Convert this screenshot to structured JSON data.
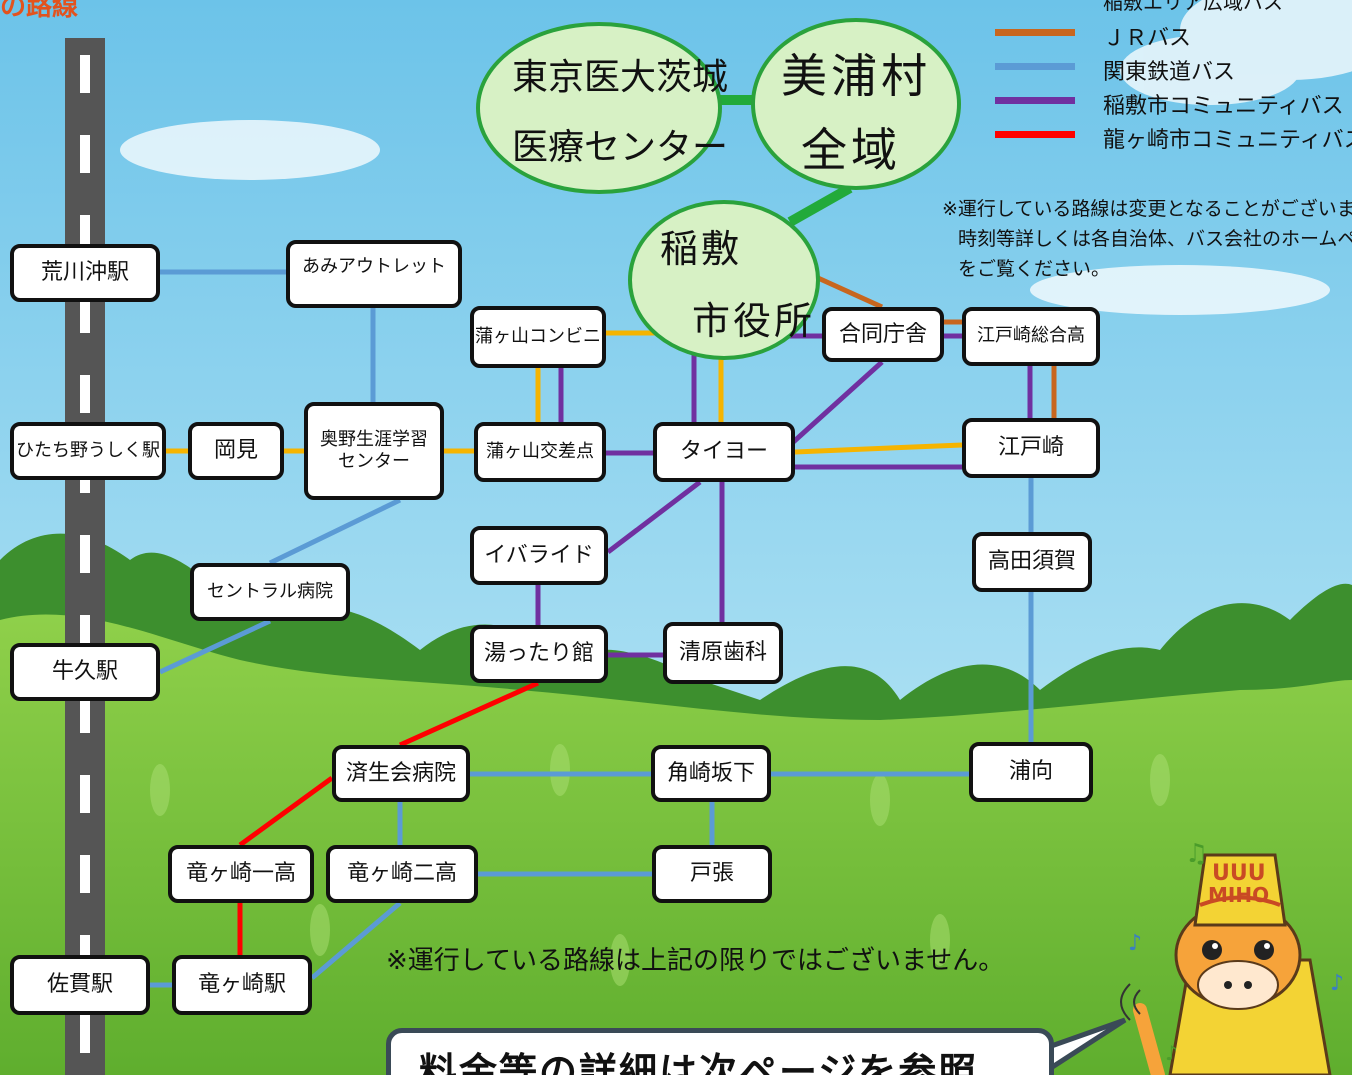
{
  "header_fragment": "の路線",
  "hubs": {
    "tokyo_med": {
      "line1": "東京医大茨城",
      "line2": "医療センター"
    },
    "miho": {
      "line1": "美浦村",
      "line2": "全域"
    },
    "city_hall": {
      "line1": "稲敷",
      "line2": "市役所"
    }
  },
  "legend": {
    "items": [
      {
        "label": "稲敷エリア広域バス",
        "color": "#f5b400"
      },
      {
        "label": "ＪＲバス",
        "color": "#c8661e"
      },
      {
        "label": "関東鉄道バス",
        "color": "#5b9bd5"
      },
      {
        "label": "稲敷市コミュニティバス",
        "color": "#7030a0"
      },
      {
        "label": "龍ヶ崎市コミュニティバス",
        "color": "#ff0000"
      }
    ]
  },
  "notes": {
    "route_change_line1": "※運行している路線は変更となることがございます。",
    "route_change_line2": "時刻等詳しくは各自治体、バス会社のホームページ",
    "route_change_line3": "をご覧ください。",
    "not_limited": "※運行している路線は上記の限りではございません。"
  },
  "stations": {
    "arakawaoki": "荒川沖駅",
    "ami_outlet": "あみアウトレット",
    "hitachino_ushiku": "ひたち野うしく駅",
    "okami": "岡見",
    "okuno_line1": "奥野生涯学習",
    "okuno_line2": "センター",
    "central_hospital": "セントラル病院",
    "ushiku": "牛久駅",
    "kamagayama_konbini": "蒲ヶ山コンビニ",
    "kamagayama_kosaten": "蒲ヶ山交差点",
    "taiyo": "タイヨー",
    "godo_chosha": "合同庁舎",
    "edosaki_sogo": "江戸崎総合高",
    "edosaki": "江戸崎",
    "takata_suka": "高田須賀",
    "ibaraido": "イバライド",
    "yuttarikan": "湯ったり館",
    "kiyohara_shika": "清原歯科",
    "saiseikai": "済生会病院",
    "tsunozaki_sakashita": "角崎坂下",
    "uramukai": "浦向",
    "ryugasaki_ichiko": "竜ヶ崎一高",
    "ryugasaki_niko": "竜ヶ崎二高",
    "tobari": "戸張",
    "sanuki": "佐貫駅",
    "ryugasaki": "竜ヶ崎駅"
  },
  "callout": "料金等の詳細は次ページを参照",
  "mascot": {
    "hat_text_line1": "UUU",
    "hat_text_line2": "MIHO"
  }
}
